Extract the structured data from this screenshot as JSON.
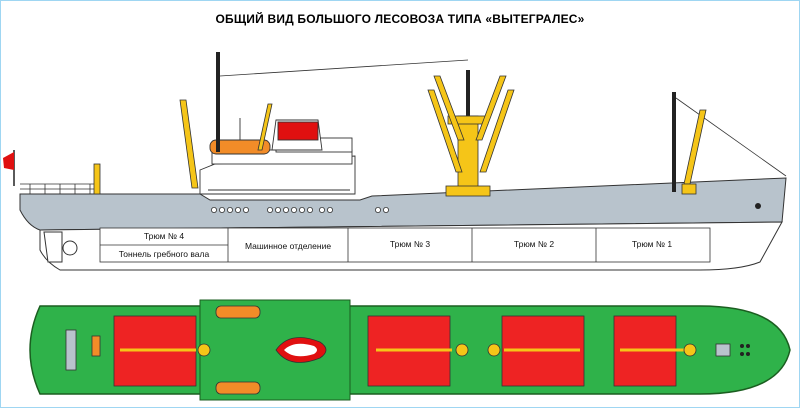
{
  "title": "ОБЩИЙ ВИД БОЛЬШОГО ЛЕСОВОЗА ТИПА «ВЫТЕГРАЛЕС»",
  "compartments": {
    "hold4": "Трюм № 4",
    "shaft_tunnel": "Тоннель гребного вала",
    "engine_room": "Машинное отделение",
    "hold3": "Трюм № 3",
    "hold2": "Трюм № 2",
    "hold1": "Трюм № 1"
  },
  "colors": {
    "hull_side": "#b8c3cc",
    "deck_green": "#2fb24a",
    "hatch_red": "#ee2323",
    "crane_yellow": "#f5c518",
    "flag_red": "#e01010",
    "funnel_band": "#e8e8e8",
    "lifeboat_orange": "#f28c28",
    "frame_border": "#9fd6f2"
  }
}
